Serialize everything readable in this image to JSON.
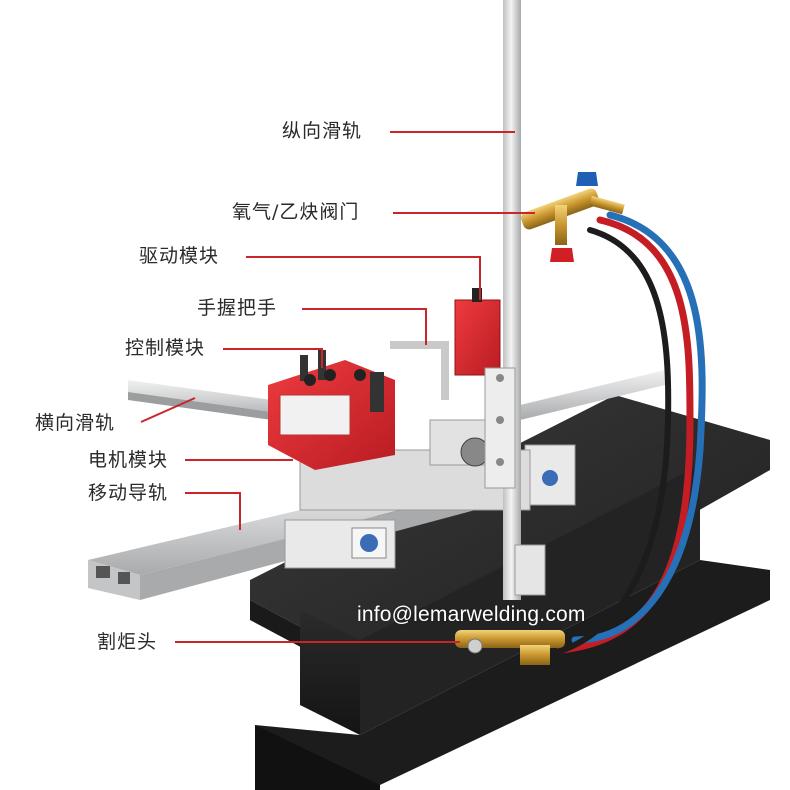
{
  "labels": {
    "vertical_rail": "纵向滑轨",
    "gas_valve": "氧气/乙炔阀门",
    "drive_module": "驱动模块",
    "handle": "手握把手",
    "control_module": "控制模块",
    "horizontal_rail": "横向滑轨",
    "motor_module": "电机模块",
    "moving_rail": "移动导轨",
    "torch_head": "割炬头"
  },
  "watermark": "info@lemarwelding.com",
  "colors": {
    "leader_line": "#c8262b",
    "machine_red": "#d7262c",
    "beam": "#2a2a2a",
    "rail": "#d9dadb",
    "hose_red": "#c41d24",
    "hose_blue": "#2670b8"
  }
}
